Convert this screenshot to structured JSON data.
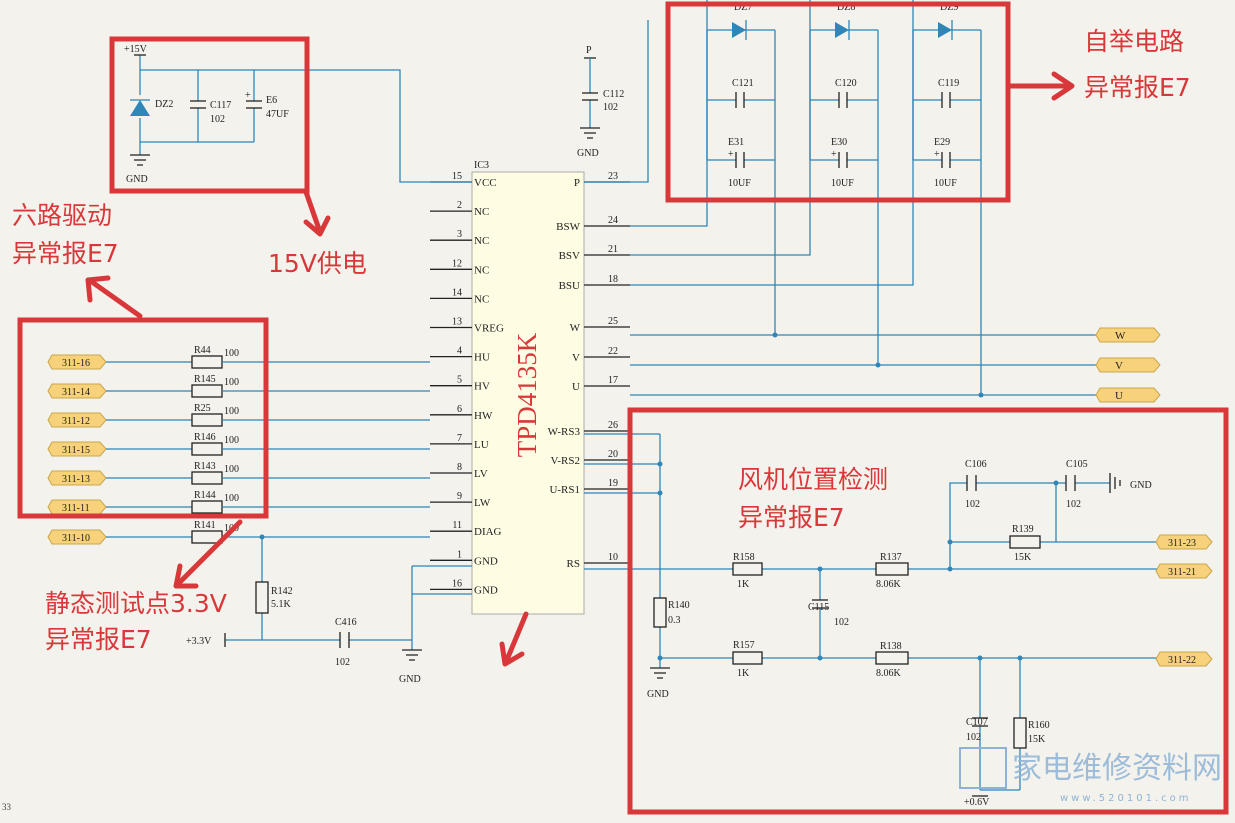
{
  "ic": {
    "designator": "IC3",
    "part": "TPD4135K"
  },
  "left_pins": [
    {
      "num": "15",
      "name": "VCC"
    },
    {
      "num": "2",
      "name": "NC"
    },
    {
      "num": "3",
      "name": "NC"
    },
    {
      "num": "12",
      "name": "NC"
    },
    {
      "num": "14",
      "name": "NC"
    },
    {
      "num": "13",
      "name": "VREG"
    },
    {
      "num": "4",
      "name": "HU"
    },
    {
      "num": "5",
      "name": "HV"
    },
    {
      "num": "6",
      "name": "HW"
    },
    {
      "num": "7",
      "name": "LU"
    },
    {
      "num": "8",
      "name": "LV"
    },
    {
      "num": "9",
      "name": "LW"
    },
    {
      "num": "11",
      "name": "DIAG"
    },
    {
      "num": "1",
      "name": "GND"
    },
    {
      "num": "16",
      "name": "GND"
    }
  ],
  "right_pins": [
    {
      "num": "23",
      "name": "P"
    },
    {
      "num": "24",
      "name": "BSW"
    },
    {
      "num": "21",
      "name": "BSV"
    },
    {
      "num": "18",
      "name": "BSU"
    },
    {
      "num": "25",
      "name": "W"
    },
    {
      "num": "22",
      "name": "V"
    },
    {
      "num": "17",
      "name": "U"
    },
    {
      "num": "26",
      "name": "W-RS3"
    },
    {
      "num": "20",
      "name": "V-RS2"
    },
    {
      "num": "19",
      "name": "U-RS1"
    },
    {
      "num": "10",
      "name": "RS"
    }
  ],
  "drive_inputs": [
    {
      "port": "311-16",
      "res": "R44",
      "val": "100"
    },
    {
      "port": "311-14",
      "res": "R145",
      "val": "100"
    },
    {
      "port": "311-12",
      "res": "R25",
      "val": "100"
    },
    {
      "port": "311-15",
      "res": "R146",
      "val": "100"
    },
    {
      "port": "311-13",
      "res": "R143",
      "val": "100"
    },
    {
      "port": "311-11",
      "res": "R144",
      "val": "100"
    },
    {
      "port": "311-10",
      "res": "R141",
      "val": "100"
    }
  ],
  "outputs": [
    "W",
    "V",
    "U"
  ],
  "bootstrap": [
    {
      "diode": "DZ7",
      "cap": "C121",
      "ecap": "E31",
      "eval": "10UF"
    },
    {
      "diode": "DZ8",
      "cap": "C120",
      "ecap": "E30",
      "eval": "10UF"
    },
    {
      "diode": "DZ9",
      "cap": "C119",
      "ecap": "E29",
      "eval": "10UF"
    }
  ],
  "supply": {
    "rail": "+15V",
    "zener": "DZ2",
    "cap": "C117",
    "cap_val": "102",
    "ecap": "E6",
    "ecap_val": "47UF",
    "gnd": "GND"
  },
  "p_cap": {
    "rail": "P",
    "cap": "C112",
    "val": "102",
    "gnd": "GND"
  },
  "diag": {
    "pullup": "R142",
    "pullup_val": "5.1K",
    "rail": "+3.3V",
    "cap": "C416",
    "cap_val": "102",
    "gnd": "GND"
  },
  "sense": {
    "shunt": "R140",
    "shunt_val": "0.3",
    "r158": "R158",
    "r158_val": "1K",
    "r157": "R157",
    "r157_val": "1K",
    "r137": "R137",
    "r137_val": "8.06K",
    "r138": "R138",
    "r138_val": "8.06K",
    "c115": "C115",
    "c115_val": "102",
    "c106": "C106",
    "c106_val": "102",
    "c105": "C105",
    "c105_val": "102",
    "r139": "R139",
    "r139_val": "15K",
    "c107": "C107",
    "c107_val": "102",
    "r160": "R160",
    "r160_val": "15K",
    "ports": [
      "311-23",
      "311-21",
      "311-22"
    ],
    "gnd": "GND",
    "ref": "+0.6V"
  },
  "annotations": {
    "boot_title": "自举电路",
    "boot_fault": "异常报E7",
    "drive_title": "六路驱动",
    "drive_fault": "异常报E7",
    "supply": "15V供电",
    "test_title": "静态测试点3.3V",
    "test_fault": "异常报E7",
    "fan_title": "风机位置检测",
    "fan_fault": "异常报E7"
  },
  "watermark": {
    "text": "家电维修资料网",
    "url": "www.520101.com"
  },
  "page_no": "33",
  "colors": {
    "wire": "#2f86b8",
    "annotation": "#d8383a",
    "port": "#f8d27a",
    "chip": "#fffce4"
  }
}
